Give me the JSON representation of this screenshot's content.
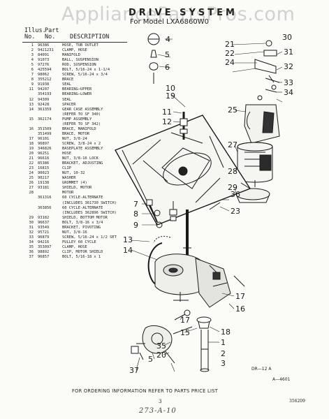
{
  "watermark": "AppliancePartsPros.com",
  "title": "DRIVE SYSTEM",
  "subtitle": "For Model LXA6860W0",
  "table_header": {
    "ill": "Illus.",
    "part": "Part",
    "no": "No.",
    "no2": "No.",
    "description": "DESCRIPTION"
  },
  "parts": [
    [
      "1",
      "96386",
      "HOSE, TUB OUTLET"
    ],
    [
      "2",
      "9421231",
      "CLAMP, HOSE"
    ],
    [
      "3",
      "84091",
      "MANIFOLD"
    ],
    [
      "4",
      "91073",
      "BALL, SUSPENSION"
    ],
    [
      "5",
      "97276",
      "ROD, SUSPENSION"
    ],
    [
      "6",
      "425594",
      "BOLT, 5/16-24 x 1-1/4"
    ],
    [
      "7",
      "98062",
      "SCREW, 5/16-24 x 3/4"
    ],
    [
      "8",
      "355212",
      "BRACE"
    ],
    [
      "9",
      "91938",
      "SEAL"
    ],
    [
      "11",
      "94207",
      "BEARING—UPPER"
    ],
    [
      "",
      "354193",
      "BEARING—LOWER"
    ],
    [
      "12",
      "94309",
      "SEAL"
    ],
    [
      "13",
      "92428",
      "SPACER"
    ],
    [
      "14",
      "361359",
      "GEAR CASE ASSEMBLY"
    ],
    [
      "",
      "",
      "(REFER TO SF 340)"
    ],
    [
      "15",
      "362174",
      "PUMP ASSEMBLY"
    ],
    [
      "",
      "",
      "(REFER TO SF 342)"
    ],
    [
      "16",
      "351509",
      "BRACE, MANIFOLD"
    ],
    [
      "",
      "351499",
      "BRACE, MOTOR"
    ],
    [
      "17",
      "96101",
      "NUT, 3/8-24"
    ],
    [
      "18",
      "96897",
      "SCREW, 3/8-24 x 2"
    ],
    [
      "19",
      "346826",
      "BASEPLATE ASSEMBLY"
    ],
    [
      "20",
      "96251",
      "HOSE"
    ],
    [
      "21",
      "96616",
      "NUT, 3/8-16 LOCK"
    ],
    [
      "22",
      "85386",
      "BRACKET, ADJUSTING"
    ],
    [
      "23",
      "16815",
      "CLIP"
    ],
    [
      "24",
      "90023",
      "NUT, 10-32"
    ],
    [
      "25",
      "90217",
      "WASHER"
    ],
    [
      "26",
      "19138",
      "GROMMET (4)"
    ],
    [
      "27",
      "93181",
      "SHIELD, MOTOR"
    ],
    [
      "28",
      "",
      "MOTOR"
    ],
    [
      "",
      "361316",
      "60 CYCLE-ALTERNATE"
    ],
    [
      "",
      "",
      "(INCLUDES 361730 SWITCH)"
    ],
    [
      "",
      "363856",
      "60 CYCLE-ALTERNATE"
    ],
    [
      "",
      "",
      "(INCLUDES 362896 SWITCH)"
    ],
    [
      "29",
      "93182",
      "SHIELD, BOTTOM MOTOR"
    ],
    [
      "30",
      "96637",
      "BOLT, 3/8-16 x 3/4"
    ],
    [
      "31",
      "93549",
      "BRACKET, PIVOTING"
    ],
    [
      "32",
      "95721",
      "NUT, 3/8-16"
    ],
    [
      "33",
      "96879",
      "SCREW, 5/16-24 x 1/2 SET"
    ],
    [
      "34",
      "94216",
      "PULLEY 60 CYCLE"
    ],
    [
      "35",
      "353097",
      "CLAMP, HOSE"
    ],
    [
      "36",
      "98892",
      "CLIP, MOTOR SHIELD"
    ],
    [
      "37",
      "96857",
      "BOLT, 5/16-18 x 1"
    ]
  ],
  "callouts": [
    "30",
    "21",
    "22",
    "24",
    "31",
    "32",
    "4",
    "5",
    "6",
    "10",
    "19",
    "33",
    "34",
    "25",
    "11",
    "12",
    "27",
    "28",
    "29",
    "36",
    "7",
    "8",
    "9",
    "23",
    "17",
    "13",
    "14",
    "16",
    "17",
    "15",
    "18",
    "1",
    "20",
    "35",
    "2",
    "3",
    "5",
    "37"
  ],
  "figure_ref": "DR—12 A",
  "figure_code": "A—4601",
  "footer_note": "FOR ORDERING INFORMATION REFER TO PARTS PRICE LIST",
  "page_number": "3",
  "doc_code": "356209",
  "handwritten": "273-A-10"
}
